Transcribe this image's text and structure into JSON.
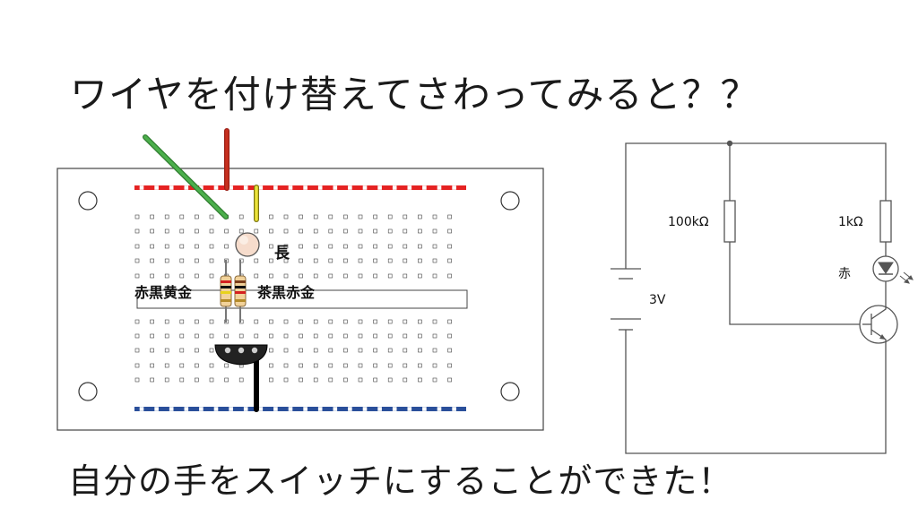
{
  "slide": {
    "title": "ワイヤを付け替えてさわってみると？？",
    "caption": "自分の手をスイッチにすることができた！"
  },
  "breadboard": {
    "label_long_lead": "長",
    "label_resistor_left": "赤黒黄金",
    "label_resistor_right": "茶黒赤金",
    "colors": {
      "power_rail": "#e52222",
      "ground_rail": "#2a4f9a",
      "wire_green": "#3a9a3a",
      "wire_red": "#c0281c",
      "wire_yellow": "#e8e030",
      "wire_black": "#111111",
      "led": "#f7dccd"
    }
  },
  "schematic": {
    "label_r1": "100kΩ",
    "label_r2": "1kΩ",
    "label_battery": "3V",
    "label_led": "赤"
  }
}
